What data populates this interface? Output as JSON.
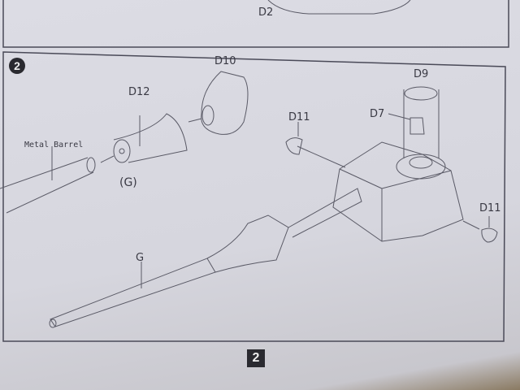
{
  "previous_step": {
    "labels": [
      "D2"
    ]
  },
  "step": {
    "number": "2",
    "parts": {
      "d10": "D10",
      "d12": "D12",
      "d9": "D9",
      "d7": "D7",
      "d11_left": "D11",
      "d11_right": "D11",
      "metal_barrel": "Metal Barrel",
      "g_sub": "(G)",
      "g": "G"
    }
  },
  "page_number": "2"
}
